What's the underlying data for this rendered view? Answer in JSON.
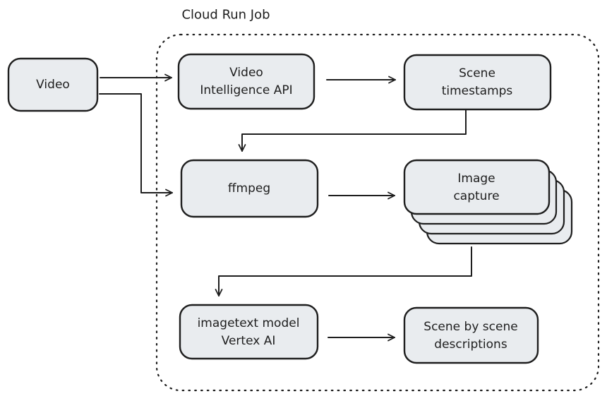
{
  "container": {
    "title": "Cloud Run Job"
  },
  "colors": {
    "box_fill": "#e9ecef",
    "stroke": "#1e1e1e",
    "background": "#ffffff"
  },
  "nodes": {
    "video": {
      "label": "Video"
    },
    "video_intelligence_api": {
      "line1": "Video",
      "line2": "Intelligence API"
    },
    "scene_timestamps": {
      "line1": "Scene",
      "line2": "timestamps"
    },
    "ffmpeg": {
      "label": "ffmpeg"
    },
    "image_capture": {
      "line1": "Image",
      "line2": "capture",
      "stack_layers": "4"
    },
    "imagetext_model": {
      "line1": "imagetext model",
      "line2": "Vertex AI"
    },
    "scene_descriptions": {
      "line1": "Scene by scene",
      "line2": "descriptions"
    }
  },
  "edges": [
    {
      "from": "video",
      "to": "video_intelligence_api"
    },
    {
      "from": "video",
      "to": "ffmpeg"
    },
    {
      "from": "video_intelligence_api",
      "to": "scene_timestamps"
    },
    {
      "from": "scene_timestamps",
      "to": "ffmpeg"
    },
    {
      "from": "ffmpeg",
      "to": "image_capture"
    },
    {
      "from": "image_capture",
      "to": "imagetext_model"
    },
    {
      "from": "imagetext_model",
      "to": "scene_descriptions"
    }
  ]
}
